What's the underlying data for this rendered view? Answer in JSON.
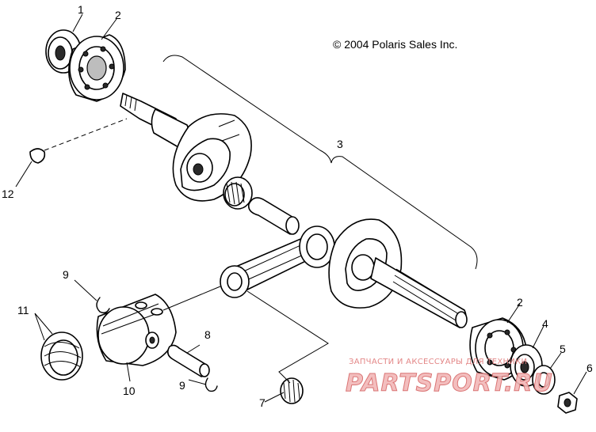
{
  "diagram": {
    "copyright": "© 2004 Polaris Sales Inc.",
    "callouts": {
      "c1": "1",
      "c2_top": "2",
      "c3": "3",
      "c12": "12",
      "c9_top": "9",
      "c11": "11",
      "c8": "8",
      "c10": "10",
      "c9_bottom": "9",
      "c7": "7",
      "c2_right": "2",
      "c4": "4",
      "c5": "5",
      "c6": "6"
    },
    "watermark": {
      "tagline": "ЗАПЧАСТИ И АКСЕССУАРЫ ДЛЯ ТЕХНИКИ",
      "brand": "PARTSPORT.RU"
    }
  }
}
